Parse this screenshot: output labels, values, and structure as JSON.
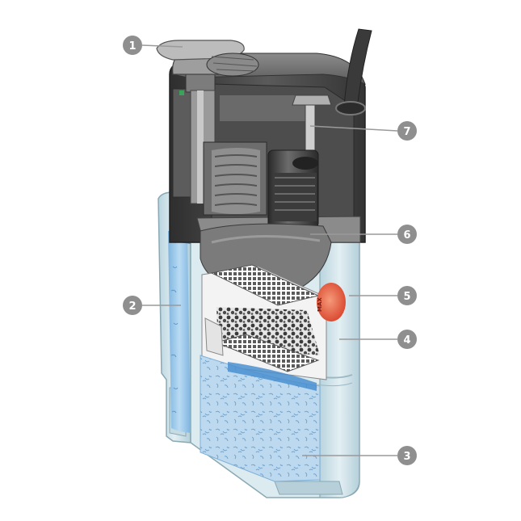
{
  "diagram": {
    "callouts": [
      {
        "id": "1",
        "label": "1"
      },
      {
        "id": "2",
        "label": "2"
      },
      {
        "id": "3",
        "label": "3"
      },
      {
        "id": "4",
        "label": "4"
      },
      {
        "id": "5",
        "label": "5"
      },
      {
        "id": "6",
        "label": "6"
      },
      {
        "id": "7",
        "label": "7"
      }
    ],
    "max_marker": "MAX",
    "colors": {
      "callout_fill": "#8f8f8f",
      "housing_dark": "#3f3f3f",
      "housing_mid": "#6e6e6e",
      "housing_light": "#a9a9a9",
      "glass": "#cfe3ea",
      "water": "#9cc8ea",
      "water_deep": "#4a8fd0",
      "sponge": "#bcd9ef",
      "impeller": "#e0444c",
      "max_indicator": "#e8603e"
    }
  }
}
